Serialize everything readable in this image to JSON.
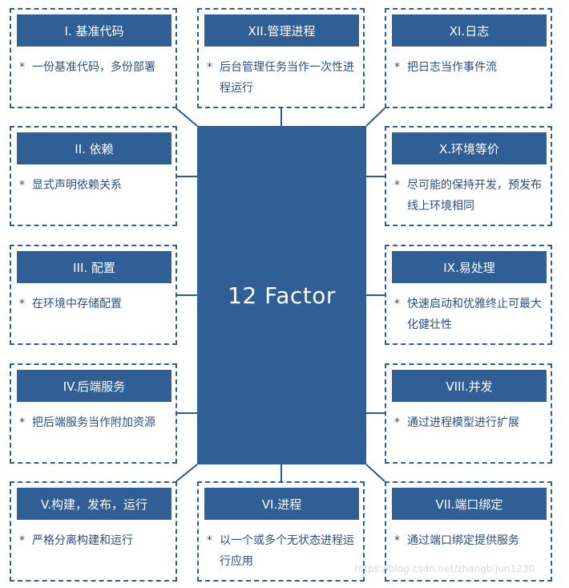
{
  "center": {
    "title": "12 Factor"
  },
  "factors": [
    {
      "title": "I. 基准代码",
      "desc": "一份基准代码，多份部署"
    },
    {
      "title": "II. 依赖",
      "desc": "显式声明依赖关系"
    },
    {
      "title": "III. 配置",
      "desc": "在环境中存储配置"
    },
    {
      "title": "IV.后端服务",
      "desc": "把后端服务当作附加资源"
    },
    {
      "title": "V.构建，发布，运行",
      "desc": "严格分离构建和运行"
    },
    {
      "title": "VI.进程",
      "desc": "以一个或多个无状态进程运行应用"
    },
    {
      "title": "VII.端口绑定",
      "desc": "通过端口绑定提供服务"
    },
    {
      "title": "VIII.并发",
      "desc": "通过进程模型进行扩展"
    },
    {
      "title": "IX.易处理",
      "desc": "快速启动和优雅终止可最大化健壮性"
    },
    {
      "title": "X.环境等价",
      "desc": "尽可能的保持开发，预发布线上环境相同"
    },
    {
      "title": "XI.日志",
      "desc": "把日志当作事件流"
    },
    {
      "title": "XII.管理进程",
      "desc": "后台管理任务当作一次性进程运行"
    }
  ],
  "bullet": "*",
  "watermark": "https://blog.csdn.net/zhangbijun1230"
}
